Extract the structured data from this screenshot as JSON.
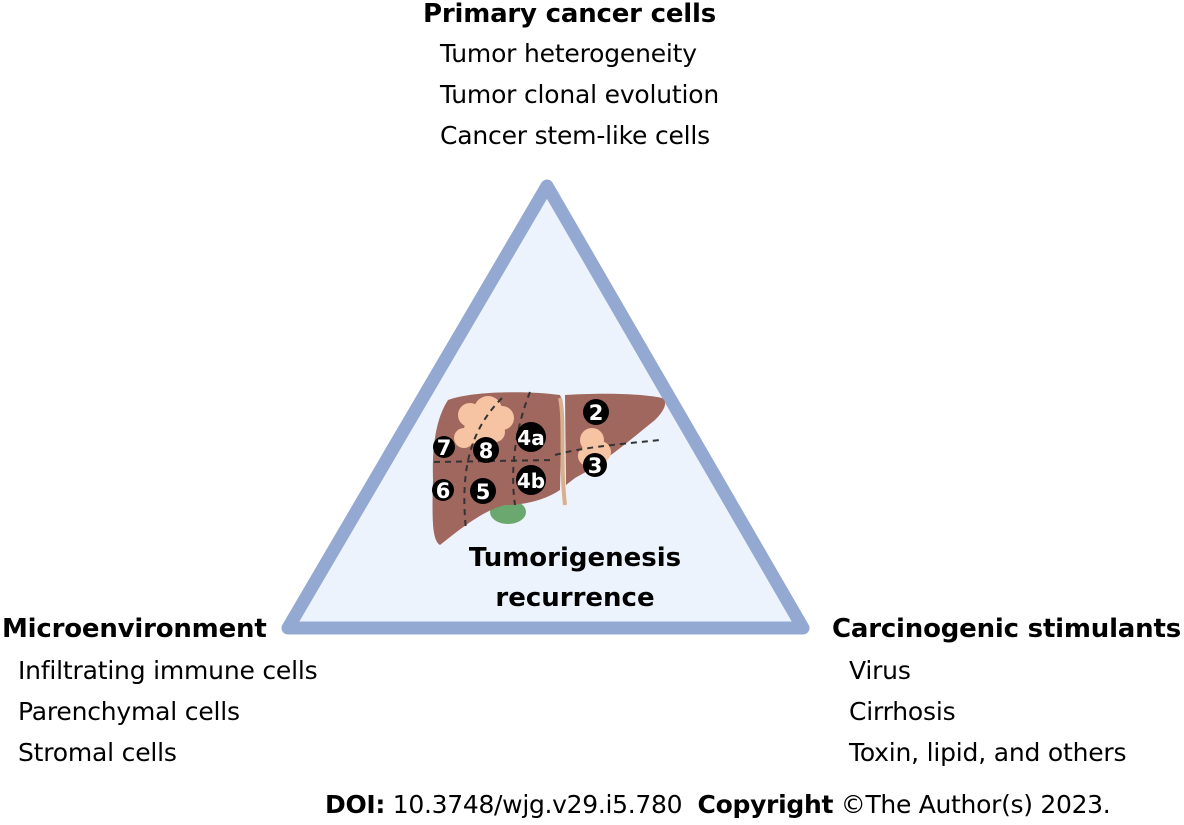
{
  "figure": {
    "top": {
      "heading": "Primary cancer cells",
      "items": [
        "Tumor heterogeneity",
        "Tumor clonal evolution",
        "Cancer stem-like cells"
      ]
    },
    "left": {
      "heading": "Microenvironment",
      "items": [
        "Infiltrating immune cells",
        "Parenchymal cells",
        "Stromal cells"
      ]
    },
    "right": {
      "heading": "Carcinogenic stimulants",
      "items": [
        "Virus",
        "Cirrhosis",
        "Toxin, lipid, and others"
      ]
    },
    "center": {
      "line1": "Tumorigenesis",
      "line2": "recurrence"
    },
    "liver_segments": [
      "2",
      "3",
      "4a",
      "4b",
      "5",
      "6",
      "7",
      "8"
    ],
    "colors": {
      "triangle_stroke": "#94a9d2",
      "triangle_fill": "#edf3fc",
      "liver": "#a0675e",
      "tumor": "#f6c4a2",
      "gallbladder": "#6aa86f",
      "badge": "#000000"
    }
  },
  "footer": {
    "doi_label": "DOI:",
    "doi_value": "10.3748/wjg.v29.i5.780",
    "copyright_label": "Copyright",
    "copyright_value": "©The Author(s) 2023."
  }
}
